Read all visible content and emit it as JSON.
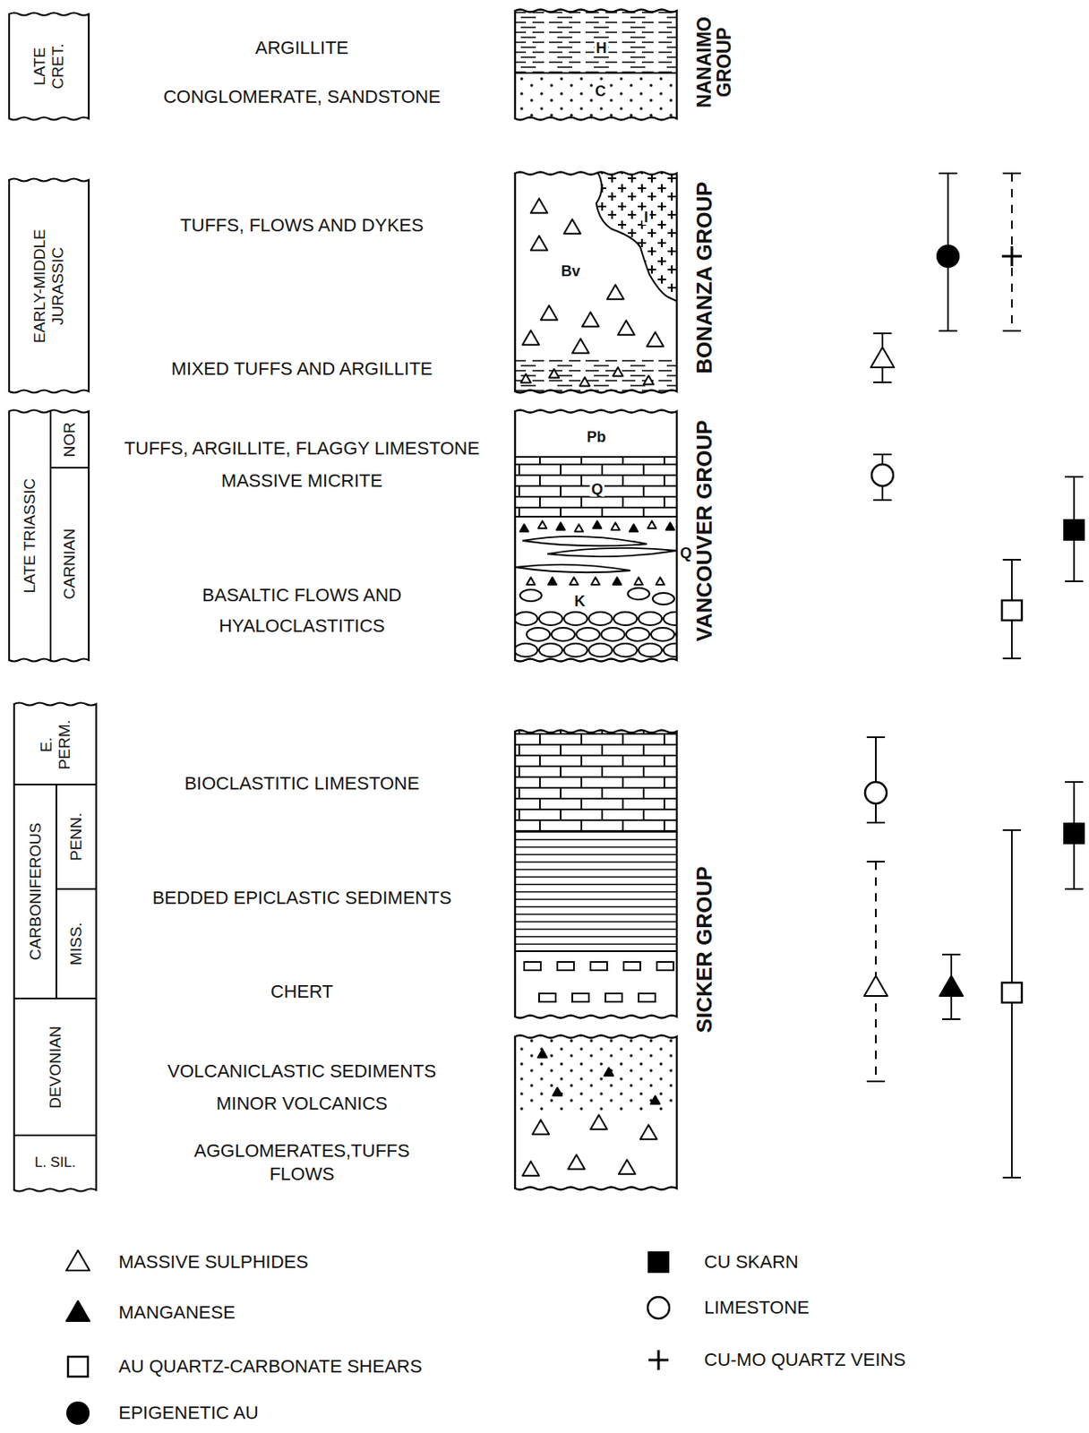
{
  "diagram": {
    "nodes": [
      {
        "text": [
          "LATE CRET."
        ]
      },
      {
        "text": [
          "EARLY-MIDDLE JURASSIC"
        ]
      },
      {
        "text": [
          "LATE TRIASSIC"
        ]
      },
      {
        "text": [
          "NOR"
        ]
      },
      {
        "text": [
          "CARNIAN"
        ]
      },
      {
        "text": [
          "E. PERM."
        ]
      },
      {
        "text": [
          "CARBONIFEROUS"
        ]
      },
      {
        "text": [
          "PENN."
        ]
      },
      {
        "text": [
          "MISS."
        ]
      },
      {
        "text": [
          "DEVONIAN"
        ]
      },
      {
        "text": [
          "L. SIL."
        ]
      }
    ],
    "labels": [
      "ARGILLITE",
      "CONGLOMERATE, SANDSTONE",
      "H",
      "C",
      "NANAIMO GROUP",
      "TUFFS, FLOWS AND DYKES",
      "MIXED TUFFS AND ARGILLITE",
      "Bv",
      "I",
      "BONANZA GROUP",
      "TUFFS, ARGILLITE, FLAGGY LIMESTONE",
      "MASSIVE MICRITE",
      "BASALTIC FLOWS AND HYALOCLASTITICS",
      "Pb",
      "Q",
      "Q",
      "K",
      "VANCOUVER GROUP",
      "BIOCLASTITIC LIMESTONE",
      "BEDDED EPICLASTIC SEDIMENTS",
      "CHERT",
      "VOLCANICLASTIC SEDIMENTS",
      "MINOR VOLCANICS",
      "AGGLOMERATES,TUFFS FLOWS",
      "SICKER GROUP"
    ],
    "legend": [
      {
        "text": "MASSIVE SULPHIDES"
      },
      {
        "text": "MANGANESE"
      },
      {
        "text": "AU QUARTZ-CARBONATE SHEARS"
      },
      {
        "text": "EPIGENETIC AU"
      },
      {
        "text": "CU SKARN"
      },
      {
        "text": "LIMESTONE"
      },
      {
        "text": "CU-MO QUARTZ VEINS"
      }
    ]
  }
}
